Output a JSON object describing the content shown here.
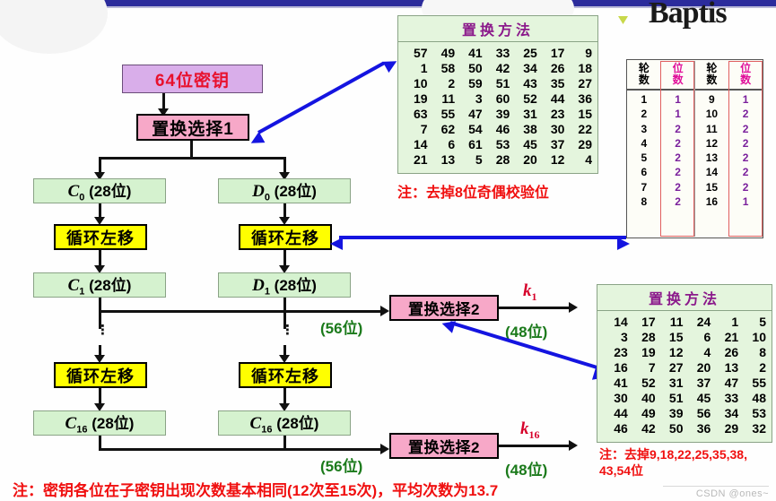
{
  "header": {
    "partial_title": "Baptis",
    "bullet": "triangle-bullet"
  },
  "flow": {
    "key_box": "64位密钥",
    "pc1_box": "置换选择1",
    "c0": "C",
    "c0_sub": "0",
    "c0_tail": " (28位)",
    "d0": "D",
    "d0_sub": "0",
    "d0_tail": " (28位)",
    "shift1_left": "循环左移",
    "shift1_right": "循环左移",
    "c1": "C",
    "c1_sub": "1",
    "c1_tail": " (28位)",
    "d1": "D",
    "d1_sub": "1",
    "d1_tail": " (28位)",
    "shift2_left": "循环左移",
    "shift2_right": "循环左移",
    "c16_left": "C",
    "c16_left_sub": "16",
    "c16_left_tail": " (28位)",
    "c16_right": "C",
    "c16_right_sub": "16",
    "c16_right_tail": " (28位)",
    "pc2_top": "置换选择2",
    "pc2_bottom": "置换选择2",
    "label_56_top": "(56位)",
    "label_56_bottom": "(56位)",
    "label_48_top": "(48位)",
    "label_48_bottom": "(48位)",
    "k1": "k",
    "k1_sub": "1",
    "k16": "k",
    "k16_sub": "16",
    "vdots": "⋮"
  },
  "pc1_table": {
    "title": "置换方法",
    "cols": 7,
    "values": [
      57,
      49,
      41,
      33,
      25,
      17,
      9,
      1,
      58,
      50,
      42,
      34,
      26,
      18,
      10,
      2,
      59,
      51,
      43,
      35,
      27,
      19,
      11,
      3,
      60,
      52,
      44,
      36,
      63,
      55,
      47,
      39,
      31,
      23,
      15,
      7,
      62,
      54,
      46,
      38,
      30,
      22,
      14,
      6,
      61,
      53,
      45,
      37,
      29,
      21,
      13,
      5,
      28,
      20,
      12,
      4
    ],
    "note": "注：去掉8位奇偶校验位"
  },
  "pc2_table": {
    "title": "置换方法",
    "cols": 6,
    "values": [
      14,
      17,
      11,
      24,
      1,
      5,
      3,
      28,
      15,
      6,
      21,
      10,
      23,
      19,
      12,
      4,
      26,
      8,
      16,
      7,
      27,
      20,
      13,
      2,
      41,
      52,
      31,
      37,
      47,
      55,
      30,
      40,
      51,
      45,
      33,
      48,
      44,
      49,
      39,
      56,
      34,
      53,
      46,
      42,
      50,
      36,
      29,
      32
    ],
    "note_line1": "注：去掉9,18,22,25,35,38,",
    "note_line2": "43,54位"
  },
  "rounds_table": {
    "headers": [
      "轮数",
      "位数",
      "轮数",
      "位数"
    ],
    "rows": [
      [
        "1",
        "1",
        "9",
        "1"
      ],
      [
        "2",
        "1",
        "10",
        "2"
      ],
      [
        "3",
        "2",
        "11",
        "2"
      ],
      [
        "4",
        "2",
        "12",
        "2"
      ],
      [
        "5",
        "2",
        "13",
        "2"
      ],
      [
        "6",
        "2",
        "14",
        "2"
      ],
      [
        "7",
        "2",
        "15",
        "2"
      ],
      [
        "8",
        "2",
        "16",
        "1"
      ]
    ]
  },
  "footer": {
    "note": "注：密钥各位在子密钥出现次数基本相同(12次至15次)，平均次数为13.7",
    "watermark": "CSDN @ones~"
  },
  "colors": {
    "key_box": "#d9aeea",
    "pc_box": "#f7a8c8",
    "cd_box": "#d5f2cf",
    "shift_box": "#ffff00",
    "table_bg": "#e4f5dd",
    "blue_arrow": "#1414e0",
    "red_note": "#f01010",
    "green_label": "#1b7a1b",
    "title_purple": "#8b1a8b",
    "topbar": "#2c2c9c"
  }
}
